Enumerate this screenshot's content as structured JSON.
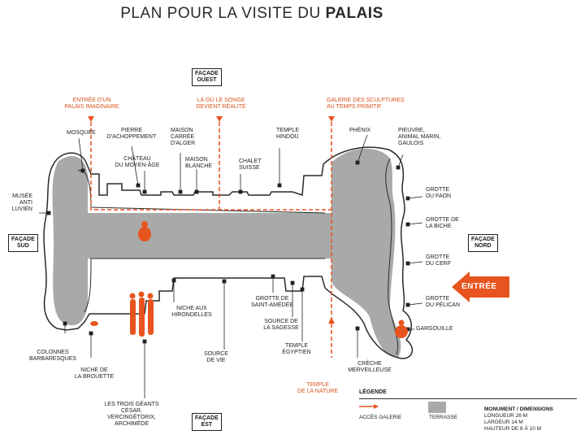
{
  "title": {
    "prefix": "PLAN POUR LA VISITE DU ",
    "bold": "PALAIS"
  },
  "facades": {
    "ouest": "FAÇADE\nOUEST",
    "sud": "FAÇADE\nSUD",
    "nord": "FAÇADE\nNORD",
    "est": "FAÇADE\nEST"
  },
  "entree": "ENTRÉE",
  "labels": {
    "entree_palais": "ENTRÉE D'UN\nPALAIS IMAGINAIRE",
    "songe": "LÀ OÙ LE SONGE\nDEVIENT RÉALITÉ",
    "galerie_sculptures": "GALERIE DES SCULPTURES\nAU TEMPS PRIMITIF",
    "temple_nature": "TEMPLE\nDE LA NATURE",
    "mosquee": "MOSQUÉE",
    "pierre": "PIERRE\nD'ACHOPPEMENT",
    "chateau": "CHÂTEAU\nDU MOYEN-ÂGE",
    "maison_carree": "MAISON\nCARRÉE\nD'ALGER",
    "maison_blanche": "MAISON\nBLANCHE",
    "chalet": "CHALET\nSUISSE",
    "temple_hindou": "TEMPLE\nHINDOU",
    "phenix": "PHÉNIX",
    "pieuvre": "PIEUVRE,\nANIMAL MARIN,\nGAULOIS",
    "grotte_faon": "GROTTE\nDU FAON",
    "grotte_biche": "GROTTE DE\nLA BICHE",
    "grotte_cerf": "GROTTE\nDU CERF",
    "grotte_pelican": "GROTTE\nDU PÉLICAN",
    "gargouille": "GARGOUILLE",
    "musee": "MUSÉE\nANTI\nLUVIEN",
    "colonnes": "COLONNES\nBARBARESQUES",
    "niche_brouette": "NICHE DE\nLA BROUETTE",
    "trois_geants": "LES TROIS GÉANTS\nCÉSAR,\nVERCINGÉTORIX,\nARCHIMÈDE",
    "niche_hirondelles": "NICHE AUX\nHIRONDELLES",
    "source_vie": "SOURCE\nDE VIE",
    "grotte_amedee": "GROTTE DE\nSAINT-AMÉDÉE",
    "source_sagesse": "SOURCE DE\nLA SAGESSE",
    "temple_egyptien": "TEMPLE\nÉGYPTIEN",
    "creche": "CRÈCHE\nMERVEILLEUSE"
  },
  "legend": {
    "title": "LÉGENDE",
    "acces_galerie": "ACCÈS GALERIE",
    "terrasse": "TERRASSE",
    "dims_title": "MONUMENT / DIMENSIONS",
    "dims": "LONGUEUR 26 M\nLARGEUR 14 M\nHAUTEUR DE 8 À 10 M"
  },
  "colors": {
    "accent": "#e8541f",
    "terrace": "#a9a9a9",
    "outline": "#2a2a2a"
  }
}
